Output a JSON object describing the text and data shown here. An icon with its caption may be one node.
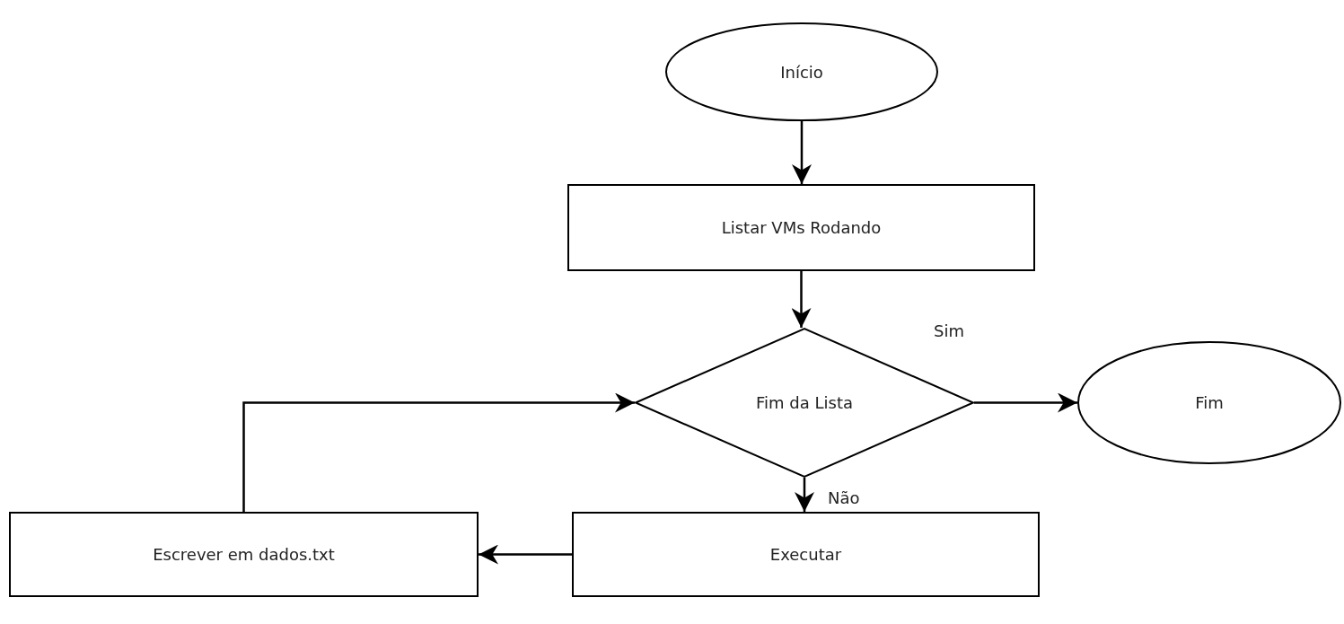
{
  "diagram": {
    "nodes": [
      {
        "text": [
          "Início"
        ]
      },
      {
        "text": [
          "Listar VMs Rodando"
        ]
      },
      {
        "text": [
          "Fim da Lista"
        ]
      },
      {
        "text": [
          "Fim"
        ]
      },
      {
        "text": [
          "Executar"
        ]
      },
      {
        "text": [
          "Escrever em dados.txt"
        ]
      }
    ],
    "edges": [
      {
        "from": 0,
        "to": 1,
        "arrow": "to"
      },
      {
        "from": 1,
        "to": 2,
        "arrow": "to"
      },
      {
        "from": 2,
        "to": 3,
        "arrow": "to",
        "label": "Sim"
      },
      {
        "from": 2,
        "to": 4,
        "arrow": "to",
        "label": "Não"
      },
      {
        "from": 4,
        "to": 5,
        "arrow": "to"
      },
      {
        "from": 5,
        "to": 2,
        "arrow": "to"
      }
    ]
  }
}
